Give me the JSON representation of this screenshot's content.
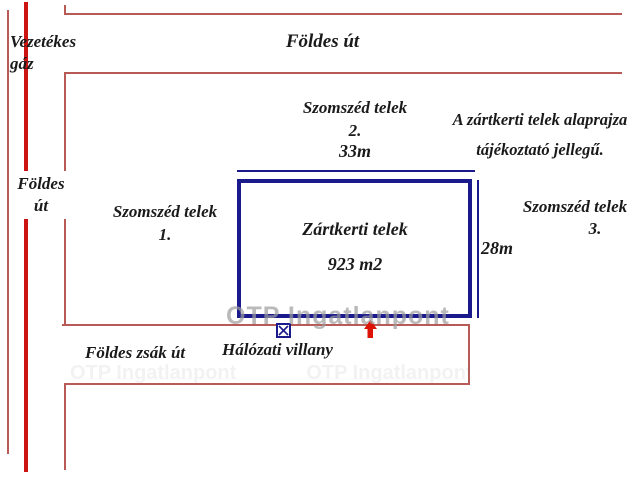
{
  "labels": {
    "gas": {
      "line1": "Vezetékes",
      "line2": "gáz"
    },
    "road_top": "Földes út",
    "road_left": {
      "line1": "Földes",
      "line2": "út"
    },
    "neighbor1": {
      "line1": "Szomszéd telek",
      "line2": "1."
    },
    "neighbor2": {
      "line1": "Szomszéd telek",
      "line2": "2."
    },
    "neighbor3": {
      "line1": "Szomszéd telek",
      "line2": "3."
    },
    "dim_width": "33m",
    "dim_height": "28m",
    "note": {
      "line1": "A zártkerti telek alaprajza",
      "line2": "tájékoztató jellegű."
    },
    "plot": {
      "name": "Zártkerti telek",
      "area": "923 m2"
    },
    "road_bottom": "Földes zsák út",
    "utility": "Hálózati villany",
    "watermark": "OTP Ingatlanpont"
  },
  "icons": {
    "electric_meter": "boxed-x-icon",
    "arrow": "up-arrow-icon"
  },
  "colors": {
    "line-red": "#b85a55",
    "gas-red": "#cc1512",
    "navy": "#1a1a8c",
    "text": "#1a1a1a",
    "arrow-red": "#dd1405",
    "watermark-gray": "#9e9e9e"
  }
}
